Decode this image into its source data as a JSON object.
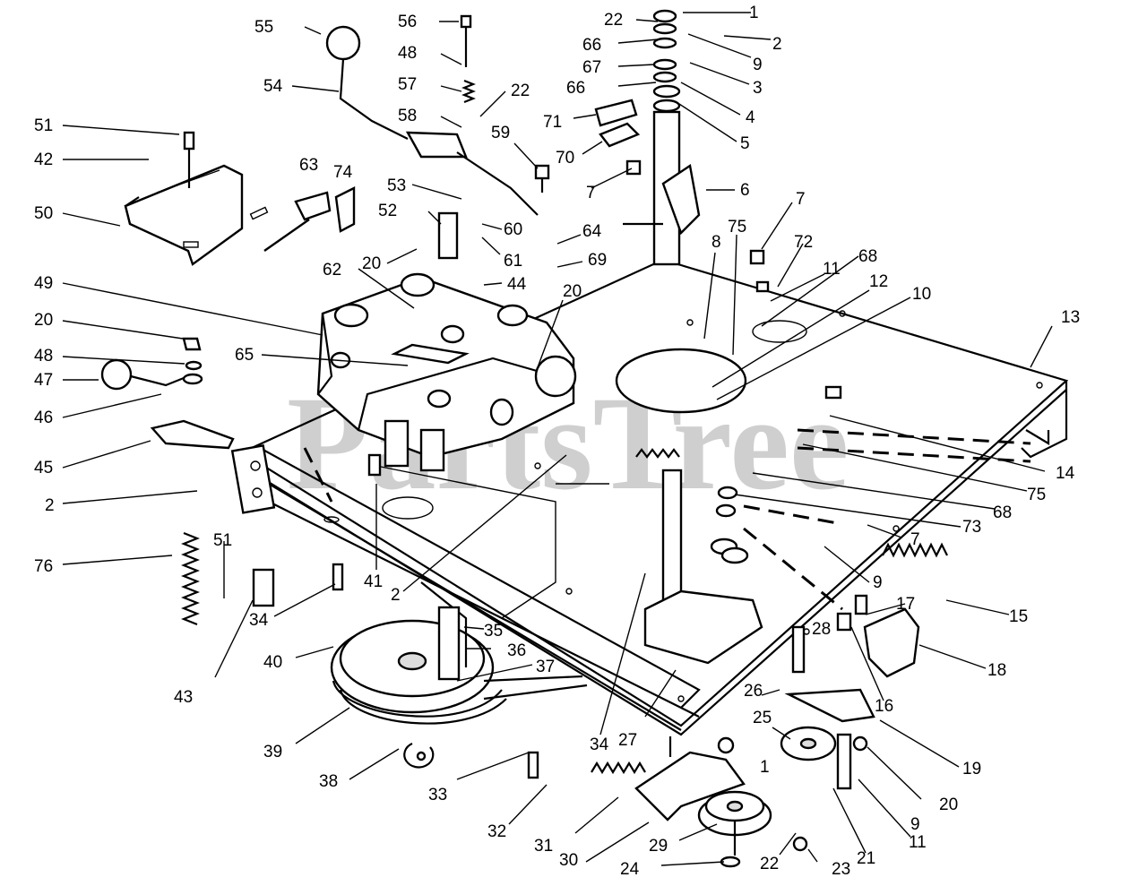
{
  "watermark": "PartsTree",
  "callouts": [
    "1",
    "2",
    "3",
    "4",
    "5",
    "6",
    "7",
    "8",
    "9",
    "10",
    "11",
    "12",
    "13",
    "14",
    "15",
    "16",
    "17",
    "18",
    "19",
    "20",
    "21",
    "22",
    "23",
    "24",
    "25",
    "26",
    "27",
    "28",
    "29",
    "30",
    "31",
    "32",
    "33",
    "34",
    "35",
    "36",
    "37",
    "38",
    "39",
    "40",
    "41",
    "42",
    "43",
    "44",
    "45",
    "46",
    "47",
    "48",
    "49",
    "50",
    "51",
    "52",
    "53",
    "54",
    "55",
    "56",
    "57",
    "58",
    "59",
    "60",
    "61",
    "62",
    "63",
    "64",
    "65",
    "66",
    "67",
    "68",
    "69",
    "70",
    "71",
    "72",
    "73",
    "74",
    "75",
    "76"
  ]
}
